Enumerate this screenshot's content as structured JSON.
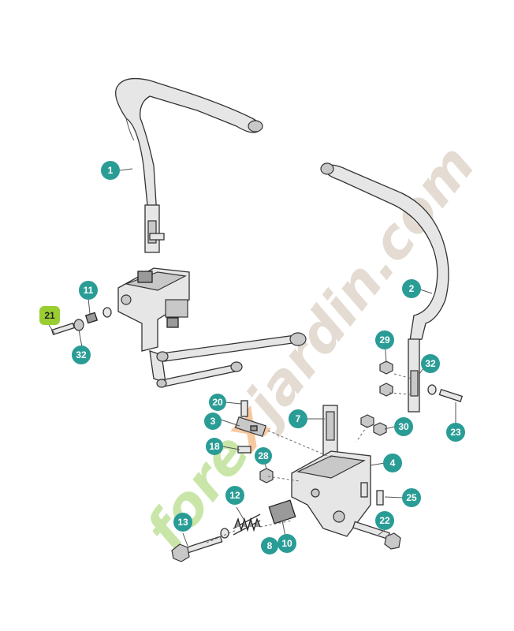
{
  "colors": {
    "callout_fill": "#2a9c96",
    "callout_highlight": "#9acd32",
    "watermark_green": "#c9e6a8",
    "watermark_orange": "#f7c9a0",
    "watermark_grey": "#e4dcd2"
  },
  "watermark": {
    "text_lead": "fore",
    "text_x": "x",
    "text_tail": "jardin.com"
  },
  "callouts": [
    {
      "id": "1",
      "label": "1"
    },
    {
      "id": "2",
      "label": "2"
    },
    {
      "id": "3",
      "label": "3"
    },
    {
      "id": "4",
      "label": "4"
    },
    {
      "id": "7",
      "label": "7"
    },
    {
      "id": "8",
      "label": "8"
    },
    {
      "id": "10",
      "label": "10"
    },
    {
      "id": "11",
      "label": "11"
    },
    {
      "id": "12",
      "label": "12"
    },
    {
      "id": "13",
      "label": "13"
    },
    {
      "id": "18",
      "label": "18"
    },
    {
      "id": "20",
      "label": "20"
    },
    {
      "id": "21",
      "label": "21",
      "highlighted": true
    },
    {
      "id": "22",
      "label": "22"
    },
    {
      "id": "23",
      "label": "23"
    },
    {
      "id": "25",
      "label": "25"
    },
    {
      "id": "28",
      "label": "28"
    },
    {
      "id": "29",
      "label": "29"
    },
    {
      "id": "30",
      "label": "30"
    },
    {
      "id": "32a",
      "label": "32"
    },
    {
      "id": "32b",
      "label": "32"
    }
  ]
}
